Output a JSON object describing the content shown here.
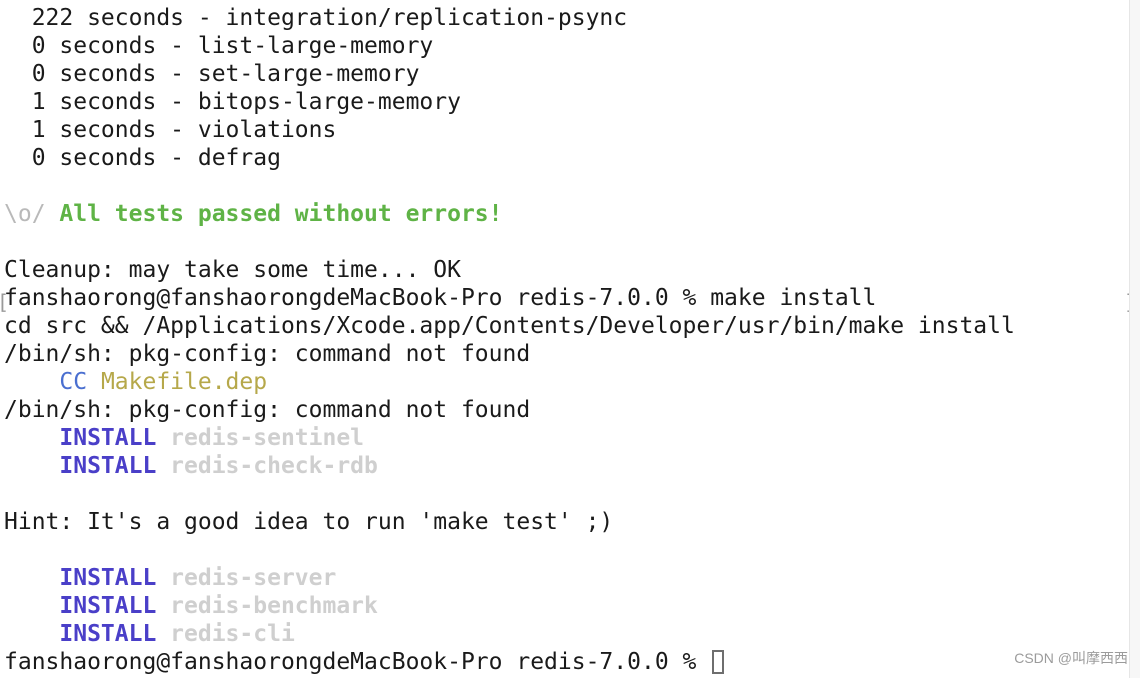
{
  "colors": {
    "background": "#ffffff",
    "default_text": "#1a1a1a",
    "success_green": "#5fb346",
    "muted_gray": "#b9b9b9",
    "install_blue": "#4a3fc8",
    "cc_blue": "#4a6fd0",
    "file_yellow": "#b6a84a",
    "inactive_gray": "#cfcfcf"
  },
  "terminal": {
    "lines": [
      [
        {
          "text": "  222 seconds - integration/replication-psync",
          "color": "default_text"
        }
      ],
      [
        {
          "text": "  0 seconds - list-large-memory",
          "color": "default_text"
        }
      ],
      [
        {
          "text": "  0 seconds - set-large-memory",
          "color": "default_text"
        }
      ],
      [
        {
          "text": "  1 seconds - bitops-large-memory",
          "color": "default_text"
        }
      ],
      [
        {
          "text": "  1 seconds - violations",
          "color": "default_text"
        }
      ],
      [
        {
          "text": "  0 seconds - defrag",
          "color": "default_text"
        }
      ],
      [
        {
          "text": "",
          "color": "default_text"
        }
      ],
      [
        {
          "text": "\\o/ ",
          "color": "muted_gray"
        },
        {
          "text": "All tests passed without errors!",
          "color": "success_green",
          "bold": true
        }
      ],
      [
        {
          "text": "",
          "color": "default_text"
        }
      ],
      [
        {
          "text": "Cleanup: may take some time... OK",
          "color": "default_text"
        }
      ],
      [
        {
          "text": "fanshaorong@fanshaorongdeMacBook-Pro redis-7.0.0 % make install",
          "color": "default_text"
        }
      ],
      [
        {
          "text": "cd src && /Applications/Xcode.app/Contents/Developer/usr/bin/make install",
          "color": "default_text"
        }
      ],
      [
        {
          "text": "/bin/sh: pkg-config: command not found",
          "color": "default_text"
        }
      ],
      [
        {
          "text": "    CC ",
          "color": "cc_blue"
        },
        {
          "text": "Makefile.dep",
          "color": "file_yellow"
        }
      ],
      [
        {
          "text": "/bin/sh: pkg-config: command not found",
          "color": "default_text"
        }
      ],
      [
        {
          "text": "    INSTALL ",
          "color": "install_blue",
          "bold": true
        },
        {
          "text": "redis-sentinel",
          "color": "inactive_gray",
          "bold": true
        }
      ],
      [
        {
          "text": "    INSTALL ",
          "color": "install_blue",
          "bold": true
        },
        {
          "text": "redis-check-rdb",
          "color": "inactive_gray",
          "bold": true
        }
      ],
      [
        {
          "text": "",
          "color": "default_text"
        }
      ],
      [
        {
          "text": "Hint: It's a good idea to run 'make test' ;)",
          "color": "default_text"
        }
      ],
      [
        {
          "text": "",
          "color": "default_text"
        }
      ],
      [
        {
          "text": "    INSTALL ",
          "color": "install_blue",
          "bold": true
        },
        {
          "text": "redis-server",
          "color": "inactive_gray",
          "bold": true
        }
      ],
      [
        {
          "text": "    INSTALL ",
          "color": "install_blue",
          "bold": true
        },
        {
          "text": "redis-benchmark",
          "color": "inactive_gray",
          "bold": true
        }
      ],
      [
        {
          "text": "    INSTALL ",
          "color": "install_blue",
          "bold": true
        },
        {
          "text": "redis-cli",
          "color": "inactive_gray",
          "bold": true
        }
      ]
    ],
    "prompt": "fanshaorong@fanshaorongdeMacBook-Pro redis-7.0.0 % "
  },
  "watermark": "CSDN @叫摩西西"
}
